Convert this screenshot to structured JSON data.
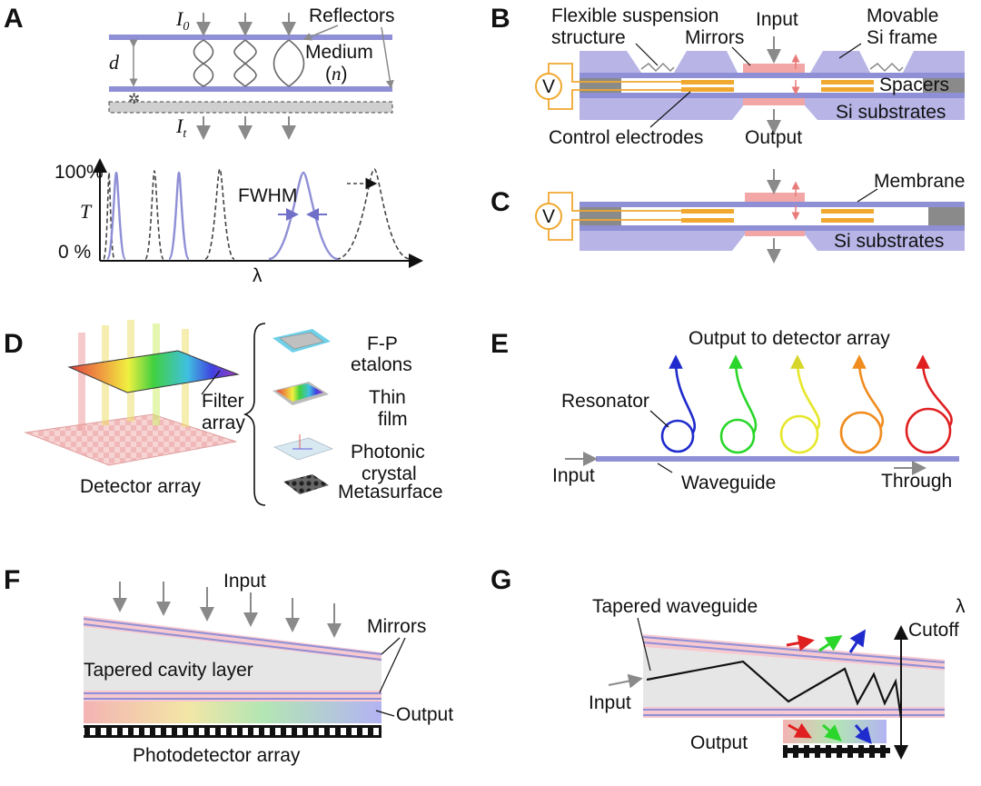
{
  "panels": {
    "A": {
      "letter": "A",
      "incident": "I",
      "incident_sub": "0",
      "transmitted": "I",
      "transmitted_sub": "t",
      "reflectors": "Reflectors",
      "thickness": "d",
      "medium": "Medium",
      "medium_n": "(n)",
      "ylabel": "T",
      "ytick_top": "100%",
      "ytick_bottom": "0 %",
      "xlabel": "λ",
      "fwhm": "FWHM"
    },
    "B": {
      "letter": "B",
      "flexible": "Flexible suspension",
      "structure": "structure",
      "mirrors": "Mirrors",
      "input": "Input",
      "movable": "Movable",
      "si_frame": "Si frame",
      "voltage": "V",
      "spacers": "Spacers",
      "si_substrates": "Si substrates",
      "control_electrodes": "Control electrodes",
      "output": "Output"
    },
    "C": {
      "letter": "C",
      "membrane": "Membrane",
      "voltage": "V",
      "si_substrates": "Si substrates"
    },
    "D": {
      "letter": "D",
      "filter": "Filter",
      "array": "array",
      "detector_array": "Detector array",
      "fp": "F-P",
      "etalons": "etalons",
      "thin": "Thin",
      "film": "film",
      "photonic": "Photonic",
      "crystal": "crystal",
      "metasurface": "Metasurface"
    },
    "E": {
      "letter": "E",
      "output_to": "Output to detector array",
      "resonator": "Resonator",
      "input": "Input",
      "waveguide": "Waveguide",
      "through": "Through",
      "ring_colors": [
        "#1f2bcc",
        "#2ad62a",
        "#e6e62a",
        "#f08c1e",
        "#e02020"
      ]
    },
    "F": {
      "letter": "F",
      "input": "Input",
      "mirrors": "Mirrors",
      "cavity": "Tapered cavity layer",
      "output": "Output",
      "photodetector": "Photodetector array"
    },
    "G": {
      "letter": "G",
      "tapered": "Tapered waveguide",
      "cutoff": "Cutoff",
      "lambda": "λ",
      "input": "Input",
      "output": "Output"
    }
  },
  "colors": {
    "mirror": "#8f8fd6",
    "substrate": "#b8b4e6",
    "electrode": "#f0a830",
    "window": "#f3a6a6",
    "arrow": "#8a8a8a",
    "spacer": "#8a8a8a"
  }
}
